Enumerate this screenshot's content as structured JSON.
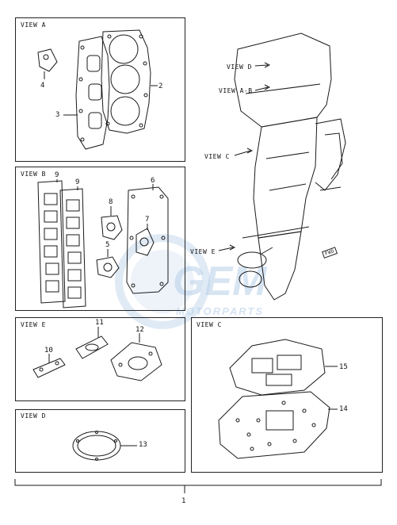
{
  "views": {
    "view_a": {
      "title": "VIEW A",
      "callouts": [
        "4",
        "2",
        "3"
      ]
    },
    "view_b": {
      "title": "VIEW B",
      "callouts": [
        "9",
        "9",
        "8",
        "6",
        "7",
        "5"
      ]
    },
    "view_e": {
      "title": "VIEW E",
      "callouts": [
        "11",
        "12",
        "10"
      ]
    },
    "view_c": {
      "title": "VIEW C",
      "callouts": [
        "15",
        "14"
      ]
    },
    "view_d": {
      "title": "VIEW D",
      "callouts": [
        "13"
      ]
    }
  },
  "engine_labels": {
    "view_d": "VIEW D",
    "view_ab": "VIEW A-B",
    "view_c": "VIEW C",
    "view_e": "VIEW E",
    "fwd": "FWD"
  },
  "assembly_callout": "1",
  "watermark": {
    "brand": "GEM",
    "sub": "MOTORPARTS"
  }
}
